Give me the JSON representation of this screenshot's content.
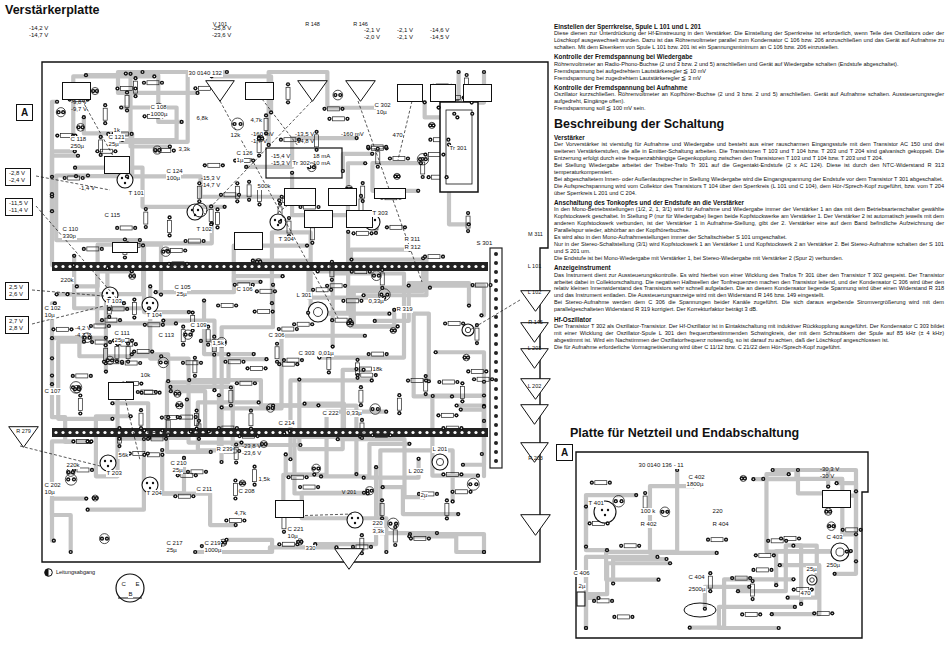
{
  "diagram": {
    "nodes": [
      {
        "text": [
          "Verstärkerplatte"
        ]
      },
      {
        "text": [
          "A"
        ]
      },
      {
        "text": [
          "-14,2 V",
          "-14,7 V"
        ],
        "in": 0
      },
      {
        "text": [
          "-25,8 V",
          "-23,6 V"
        ],
        "in": 0
      },
      {
        "text": [
          "-2,1 V",
          "-2,0 V"
        ],
        "in": 0
      },
      {
        "text": [
          "-2,1 V",
          "-2,1 V"
        ],
        "in": 0
      },
      {
        "text": [
          "-14,6 V",
          "-14,5 V"
        ],
        "in": 0
      },
      {
        "text": [
          "-2,8 V",
          "-2,4 V"
        ]
      },
      {
        "text": [
          "-11,5 V",
          "-11,4 V"
        ]
      },
      {
        "text": [
          "-9,8 V",
          "-9,7 V"
        ],
        "in": 0
      },
      {
        "text": [
          "-160 mV",
          "-1,7 V"
        ],
        "in": 0
      },
      {
        "text": [
          "-13,5 V",
          "-14,8 V"
        ],
        "in": 0
      },
      {
        "text": [
          "-160 mV"
        ],
        "in": 0
      },
      {
        "text": [
          "-15,4 V",
          "-15,3 V"
        ],
        "in": 0
      },
      {
        "text": [
          "18 mA",
          "10 mA"
        ],
        "in": 0
      },
      {
        "text": [
          "-15,3 V",
          "-14,7 V"
        ],
        "in": 0
      },
      {
        "text": [
          "-1,4 V"
        ],
        "in": 0
      },
      {
        "text": [
          "2,5 V",
          "2,6 V"
        ]
      },
      {
        "text": [
          "2,7 V",
          "2,8 V"
        ]
      },
      {
        "text": [
          "-4,2 V",
          "-4,7 V"
        ],
        "in": 0
      },
      {
        "text": [
          "-23,8 V",
          "-23,6 V"
        ],
        "in": 0
      },
      {
        "text": [
          "V 101"
        ],
        "in": 0
      },
      {
        "text": [
          "R 148"
        ],
        "in": 0
      },
      {
        "text": [
          "R 146"
        ],
        "in": 0
      },
      {
        "text": [
          "M 311"
        ],
        "in": 0
      },
      {
        "text": [
          "L 101"
        ],
        "in": 0
      },
      {
        "text": [
          "L 102"
        ],
        "in": 0
      },
      {
        "text": [
          "R 145"
        ],
        "in": 0
      },
      {
        "text": [
          "L 201"
        ],
        "in": 0
      },
      {
        "text": [
          "L 202"
        ],
        "in": 0
      },
      {
        "text": [
          "R 203"
        ],
        "in": 0
      },
      {
        "text": [
          "R 279"
        ]
      },
      {
        "text": [
          "V 201"
        ],
        "in": 0
      },
      {
        "text": [
          "Platte für Netzteil und Endabschaltung"
        ]
      },
      {
        "text": [
          "A"
        ]
      },
      {
        "text": [
          "-30,3 V",
          "-30 V"
        ],
        "in": 33
      }
    ],
    "labels": [
      "Einstellen der Sperrkreise, Spule L 101 und L 201",
      "Diese dienen zur Unterdrückung der Hf-Einstreuung in den Verstärker. Die Einstellung der Sperrkreise ist erforderlich, wenn Teile des Oszillators oder der Löschkopf ausgewechselt wurden. Dazu ist das Röhrenvoltmeter parallel zum Kondensator C 106 bzw. 206 anzuschließen und das Gerät auf Aufnahme zu schalten. Mit dem Eisenkern von Spule L 101 bzw. 201 ist ein Spannungsminimum an C 106 bzw. 206 einzustellen.",
      "Kontrolle der Fremdspannung bei Wiedergabe",
      "Röhrenvoltmeter an Radio-Phono-Buchse (2 und 3 bzw. 2 und 5) anschließen und Gerät auf Wiedergabe schalten (Endstufe abgeschaltet).",
      "Fremdspannung bei aufgedrehtem Lautstärkeregler ≦ 10 mV",
      "Fremdspannung bei zugedrehtem Lautstärkeregler ≦ 3 mV",
      "Kontrolle der Fremdspannung bei Aufnahme",
      "Oszillator kurzschließen. Röhrenvoltmeter an Kopfhörer-Buchse (2 und 3 bzw. 2 und 5) anschließen. Gerät auf Aufnahme schalten. Aussteuerungsregler aufgedreht, Eingänge offen).",
      "Fremdspannung soll ≦ 100 mV sein.",
      "Beschreibung der Schaltung",
      "Verstärker",
      "Der Vorverstärker ist vierstufig für Aufnahme und Wiedergabe und besteht aus einer rauscharmen Eingangsstufe mit dem Transistor AC 150 und drei weiteren Verstärkerstufen, die alle in Emitter-Schaltung arbeiten. Die Transistoren T 103 und T 104 bzw. T 203 und T 204 sind galvanisch gekoppelt. Die Entzerrung erfolgt durch eine frequenzabhängige Gegenkopplung zwischen den Transistoren T 103 und T 104 bzw. T 203 und T 204.",
      "Bei Stellung Wiedergabe arbeitet der Treiber-Trafo Tr 301 auf die Gegentakt-Endstufe (2 x AC 124). Diese ist durch den NTC-Widerstand R 313 temperaturkompensiert.",
      "Bei abgeschaltetem Innen- oder Außenlautsprecher in Stellung Wiedergabe wird die Eingangsspannung der Endstufe vor dem Transistor T 301 abgeschaltet.",
      "Die Aufsprechspannung wird vom Collektor des Transistors T 104 über den Sperrkreis (L 101 und C 104), dem Hör-/Sprech-Kopf zugeführt, bzw. vom T 204 über Sperrkreis L 201 und C 204.",
      "Anschaltung des Tonkopfes und der Endstufe an die Verstärker",
      "In den Mono-Betriebsstellungen (1/2, 2, 1, 3/1) wird für Aufnahme und Wiedergabe immer der Verstärker 1 an das mit dem Betriebsartenschalter gewählte Kopfstockwerk geschaltet. In Stellung P (nur für Wiedergabe) liegen beide Kopfstockwerke am Verstärker 1. Der Verstärker 2 ist automatisch jeweils mit dem anderen Kopfstockwerk verbunden, ist der Verstärker 1 in Aufnahme-Stellung, gibt der 2. Verstärker eine auf dem Band befindliche Aufzeichnung der Parallelspur wieder, abhörbar an der Kopfhörerbuchse.",
      "Es wird also in den Mono-Aufnahmestellungen immer der Schaltschieber S 101 umgeschaltet.",
      "Nur in der Stereo-Schaltstellung (3/1) wird Kopfstockwerk 1 an Verstärker 1 und Kopfstockwerk 2 an Verstärker 2. Bei Stereo-Aufnahme schalten der S 101 und S 201 um.",
      "Die Endstufe ist bei Mono-Wiedergabe mit Verstärker 1, bei Stereo-Wiedergabe mit Verstärker 2 (Spur 2) verbunden.",
      "Anzeigeinstrument",
      "Das Instrument dient zur Aussteuerungskontrolle. Es wird hierbei von einer Wicklung des Trafos Tr 301 über den Transistor T 302 gespeist. Der Transistor arbeitet dabei in Collektorschaltung. Die negativen Halbwellen der Tonfrequenzen machen den Transistor leitend, und der Kondensator C 306 wird über den relativ kleinen Innenwiderstand des Transistors sehr schnell aufgeladen. Die an diesem Kondensator liegende Spannung wird über einen Widerstand R 318 und das Instrument entladen. Die Aussteuerungsanzeige wird mit den Widerstand R 146 bzw. 149 eingestellt.",
      "Bei Stereo-Aufnahme werden dem C 306 die Spannungen beider Kanäle zugeführt. Die sich daraus ergebende Stromvergrößerung wird mit dem parallelgeschalteten Widerstand R 319 korrigiert. Der Korrekturfaktor beträgt 3 dB.",
      "Hf-Oszillator",
      "Der Transistor T 302 als Oszillator-Transistor. Der Hf-Oszillator ist in Eintaktschaltung mit induktiver Rückkopplung ausgeführt. Der Kondensator C 303 bildet mit einer Wicklung der Oszillator-Spule L 301 den frequenzbestimmenden Schwingkreis, der mit dem Schraubkern der Spule auf 85 kHz (± 4 kHz) abgestimmt ist. Wird ein Nachstimmen der Oszillatorfrequenz notwendig, so ist darauf zu achten, daß der Löschkopf angeschlossen ist.",
      "Die für Aufnahme erforderliche Vormagnetisierung wird über C 11/12 bzw. C 21/22 dem Hör-/Sprech-Kopf zugeführt.",
      "30 0140 132",
      "1k",
      "C 108",
      "1000µ",
      "C 118",
      "250µ",
      "C 121",
      "25µ",
      "6,8k",
      "4,7k",
      "12k",
      "3,3k",
      "C 124",
      "100µ",
      "C 126",
      "1µ",
      "500k",
      "Tr 302",
      "C 302",
      "10µ",
      "470",
      "T 101",
      "T 102",
      "C 115",
      "C 110",
      "330p",
      "T 303",
      "T 304",
      "R 311",
      "R 312",
      "Tr 301",
      "S 301",
      "220k",
      "C 102",
      "10µ",
      "T 103",
      "T 104",
      "C 105",
      "25µ",
      "C 106",
      "L 301",
      "C 109",
      "C 111",
      "25µ",
      "C 113",
      "C 306",
      "1,5k",
      "C 303",
      "0,01µ",
      "0,33µ",
      "R 319",
      "10k",
      "C 107",
      "18k",
      "C 214",
      "C 222",
      "0,33µ",
      "R 239",
      "L 201",
      "L 202",
      "C 202",
      "10µ",
      "220k",
      "56k",
      "T 203",
      "T 204",
      "C 210",
      "25µ",
      "C 211",
      "C 208",
      "1,5k",
      "4,7k",
      "C 217",
      "25µ",
      "C 219",
      "1000µ",
      "C 221",
      "10µ",
      "2µ",
      "330",
      "220",
      "3,3k",
      "30 0140 136 - 11",
      "C 402",
      "1800µ",
      "T 401",
      "100 k",
      "R 402",
      "220",
      "R 404",
      "C 403",
      "250µ",
      "25µ",
      "470",
      "C 406",
      "2µ",
      "C 404",
      "2500µ",
      "C",
      "E",
      "B"
    ],
    "legend": [
      {
        "text": "Leitungsabgang"
      }
    ]
  }
}
